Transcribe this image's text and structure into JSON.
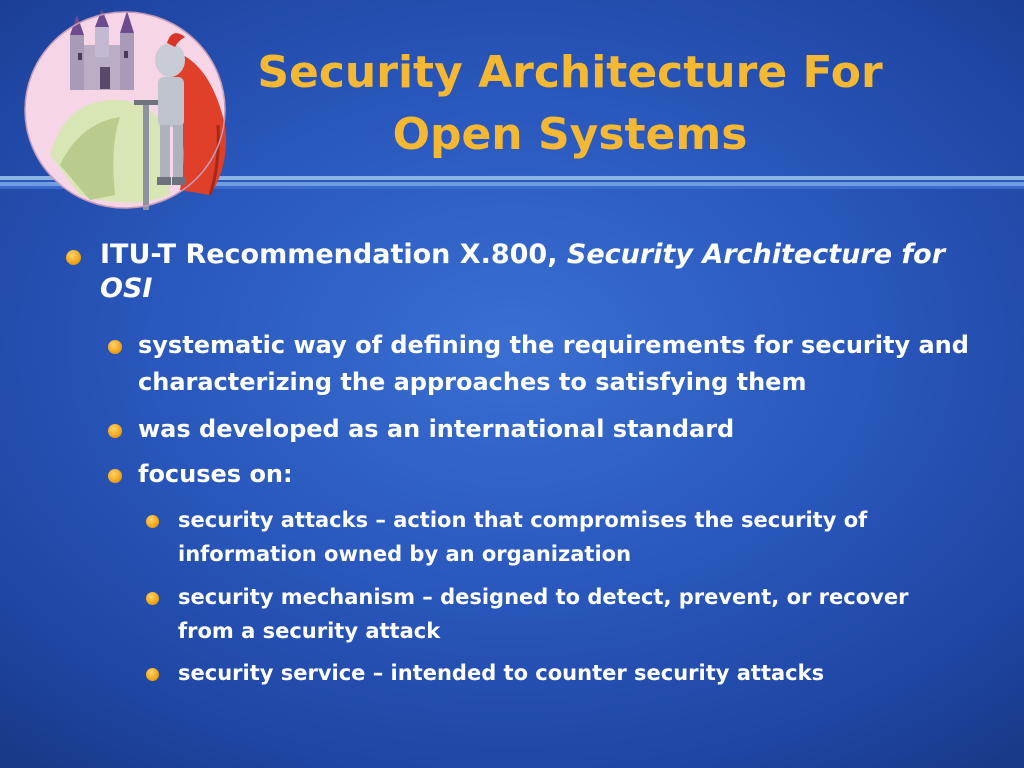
{
  "slide": {
    "title_line1": "Security Architecture For",
    "title_line2": "Open Systems",
    "bullets": [
      {
        "text": "ITU-T Recommendation X.800, ",
        "text_italic": "Security Architecture for OSI",
        "children": [
          {
            "text": "systematic way of defining the requirements for security and characterizing the approaches to satisfying them"
          },
          {
            "text": "was developed as an international standard"
          },
          {
            "text": "focuses on:",
            "children": [
              {
                "text": "security attacks – action that compromises the security of information owned by an organization"
              },
              {
                "text": "security mechanism – designed to detect, prevent, or recover from a security attack"
              },
              {
                "text": "security service – intended to counter security attacks"
              }
            ]
          }
        ]
      }
    ]
  },
  "colors": {
    "background": "#2a58bd",
    "title": "#f5b833",
    "text": "#ffffff",
    "bullet": "#f0a516"
  },
  "icons": {
    "clipart": "knight-castle-illustration",
    "bullet": "orange-circle-bullet"
  }
}
